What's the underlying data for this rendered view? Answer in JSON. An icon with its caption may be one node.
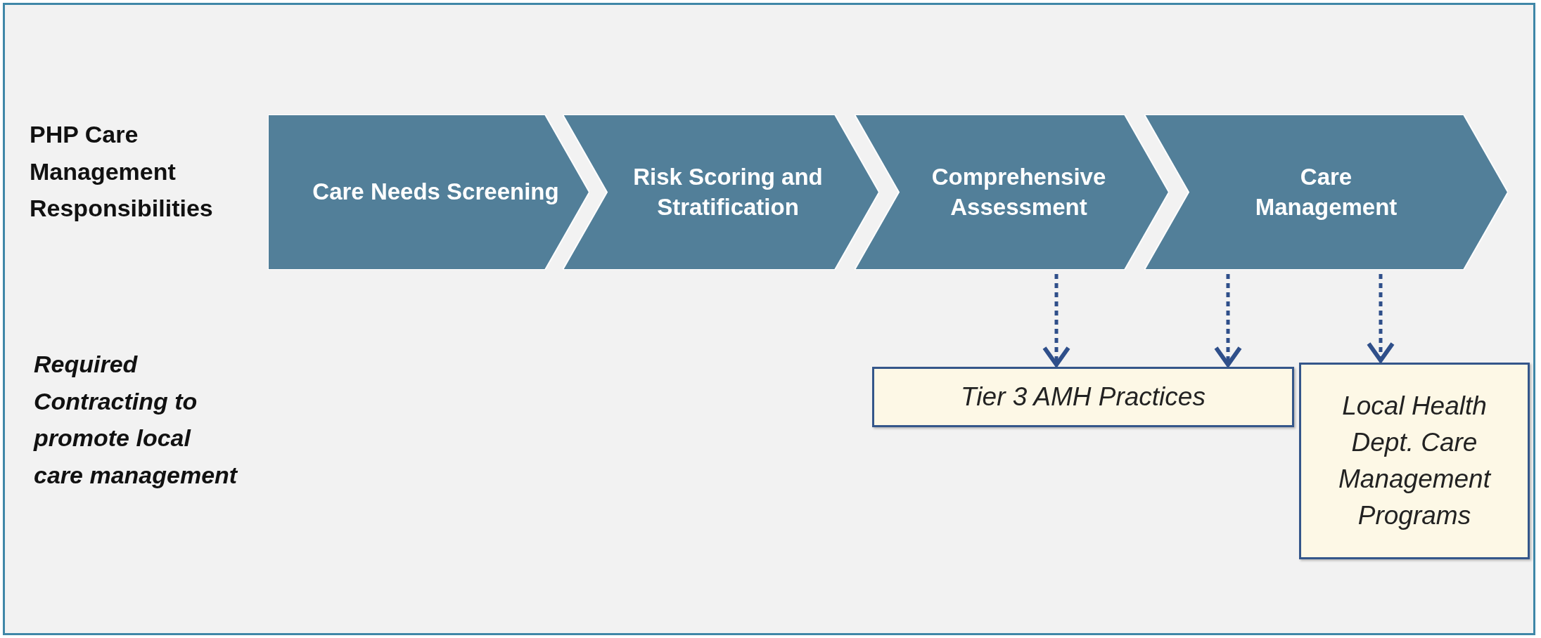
{
  "diagram": {
    "nodes": [
      {
        "text": [
          "Care Needs Screening"
        ]
      },
      {
        "text": [
          "Risk Scoring and Stratification"
        ]
      },
      {
        "text": [
          "Comprehensive Assessment"
        ]
      },
      {
        "text": [
          "Care Management"
        ]
      },
      {
        "text": [
          "Tier 3 AMH Practices"
        ]
      },
      {
        "text": [
          "Local Health Dept. Care Management Programs"
        ]
      }
    ],
    "edges": [
      {
        "from": 2,
        "to": 4,
        "arrow": "to",
        "style": "dashed"
      },
      {
        "from": 3,
        "to": 4,
        "arrow": "to",
        "style": "dashed"
      },
      {
        "from": 3,
        "to": 5,
        "arrow": "to",
        "style": "dashed"
      }
    ],
    "labels": [
      "PHP Care Management Responsibilities",
      "Required Contracting to promote local care management"
    ]
  }
}
